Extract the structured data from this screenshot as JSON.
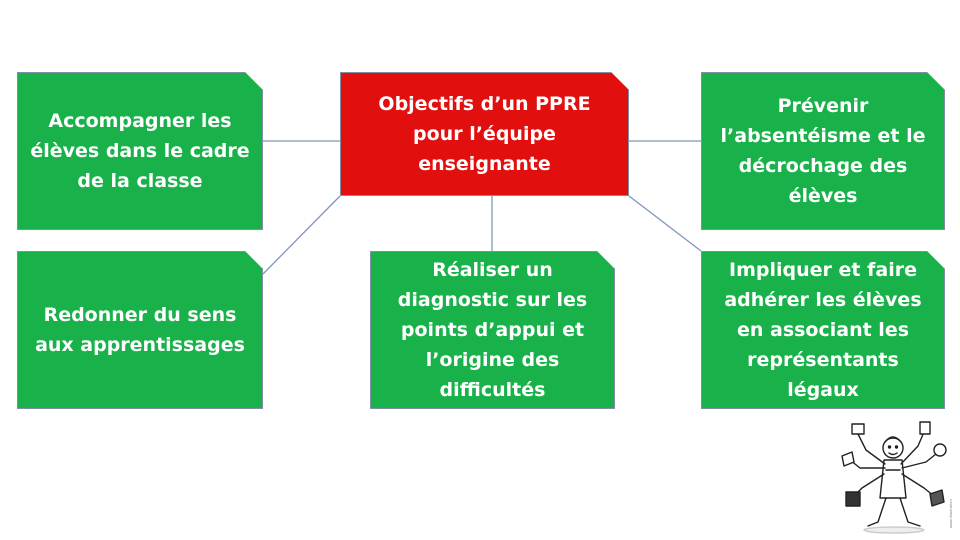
{
  "center": {
    "label": "Objectifs d’un PPRE pour l’équipe enseignante"
  },
  "objectives": [
    {
      "id": "accompagner",
      "label": "Accompagner les élèves dans le cadre de la classe"
    },
    {
      "id": "prevenir",
      "label": "Prévenir l’absentéisme et le décrochage des élèves"
    },
    {
      "id": "redonner",
      "label": "Redonner du sens aux apprentissages"
    },
    {
      "id": "realiser",
      "label": "Réaliser un diagnostic sur les points d’appui et l’origine des difficultés"
    },
    {
      "id": "impliquer",
      "label": "Impliquer et faire adhérer les élèves en associant les représentants légaux"
    }
  ],
  "colors": {
    "center_fill": "#e20f0f",
    "objective_fill": "#19b24a",
    "connector": "#7f97b8",
    "text": "#ffffff"
  },
  "illustration": {
    "icon": "multitasking-teacher-drawing"
  }
}
